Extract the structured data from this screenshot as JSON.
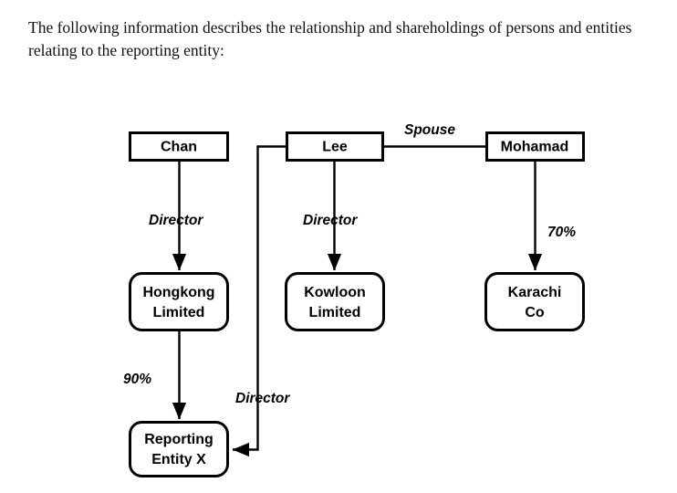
{
  "intro": {
    "paragraph": "The following information describes the relationship and shareholdings of persons and entities relating to the reporting entity:"
  },
  "diagram": {
    "title": "relationship-and-shareholdings-chart",
    "colors": {
      "stroke": "#000000",
      "fill": "#ffffff",
      "text": "#000000"
    },
    "nodes": {
      "chan": {
        "label": "Chan",
        "shape": "rectangle",
        "type": "person"
      },
      "lee": {
        "label": "Lee",
        "shape": "rectangle",
        "type": "person"
      },
      "mohamad": {
        "label": "Mohamad",
        "shape": "rectangle",
        "type": "person"
      },
      "hongkong": {
        "line1": "Hongkong",
        "line2": "Limited",
        "shape": "rounded-rectangle",
        "type": "entity"
      },
      "kowloon": {
        "line1": "Kowloon",
        "line2": "Limited",
        "shape": "rounded-rectangle",
        "type": "entity"
      },
      "karachi": {
        "line1": "Karachi",
        "line2": "Co",
        "shape": "rounded-rectangle",
        "type": "entity"
      },
      "reporting": {
        "line1": "Reporting",
        "line2": "Entity X",
        "shape": "rounded-rectangle",
        "type": "entity"
      }
    },
    "edges": {
      "chan_hongkong": {
        "label": "Director",
        "from": "chan",
        "to": "hongkong",
        "arrow": true
      },
      "lee_kowloon": {
        "label": "Director",
        "from": "lee",
        "to": "kowloon",
        "arrow": true
      },
      "lee_reporting": {
        "label": "Director",
        "from": "lee",
        "to": "reporting",
        "arrow": true
      },
      "lee_mohamad": {
        "label": "Spouse",
        "from": "lee",
        "to": "mohamad",
        "arrow": false
      },
      "mohamad_karachi": {
        "label": "70%",
        "from": "mohamad",
        "to": "karachi",
        "arrow": true
      },
      "hongkong_reporting": {
        "label": "90%",
        "from": "hongkong",
        "to": "reporting",
        "arrow": true
      }
    }
  }
}
